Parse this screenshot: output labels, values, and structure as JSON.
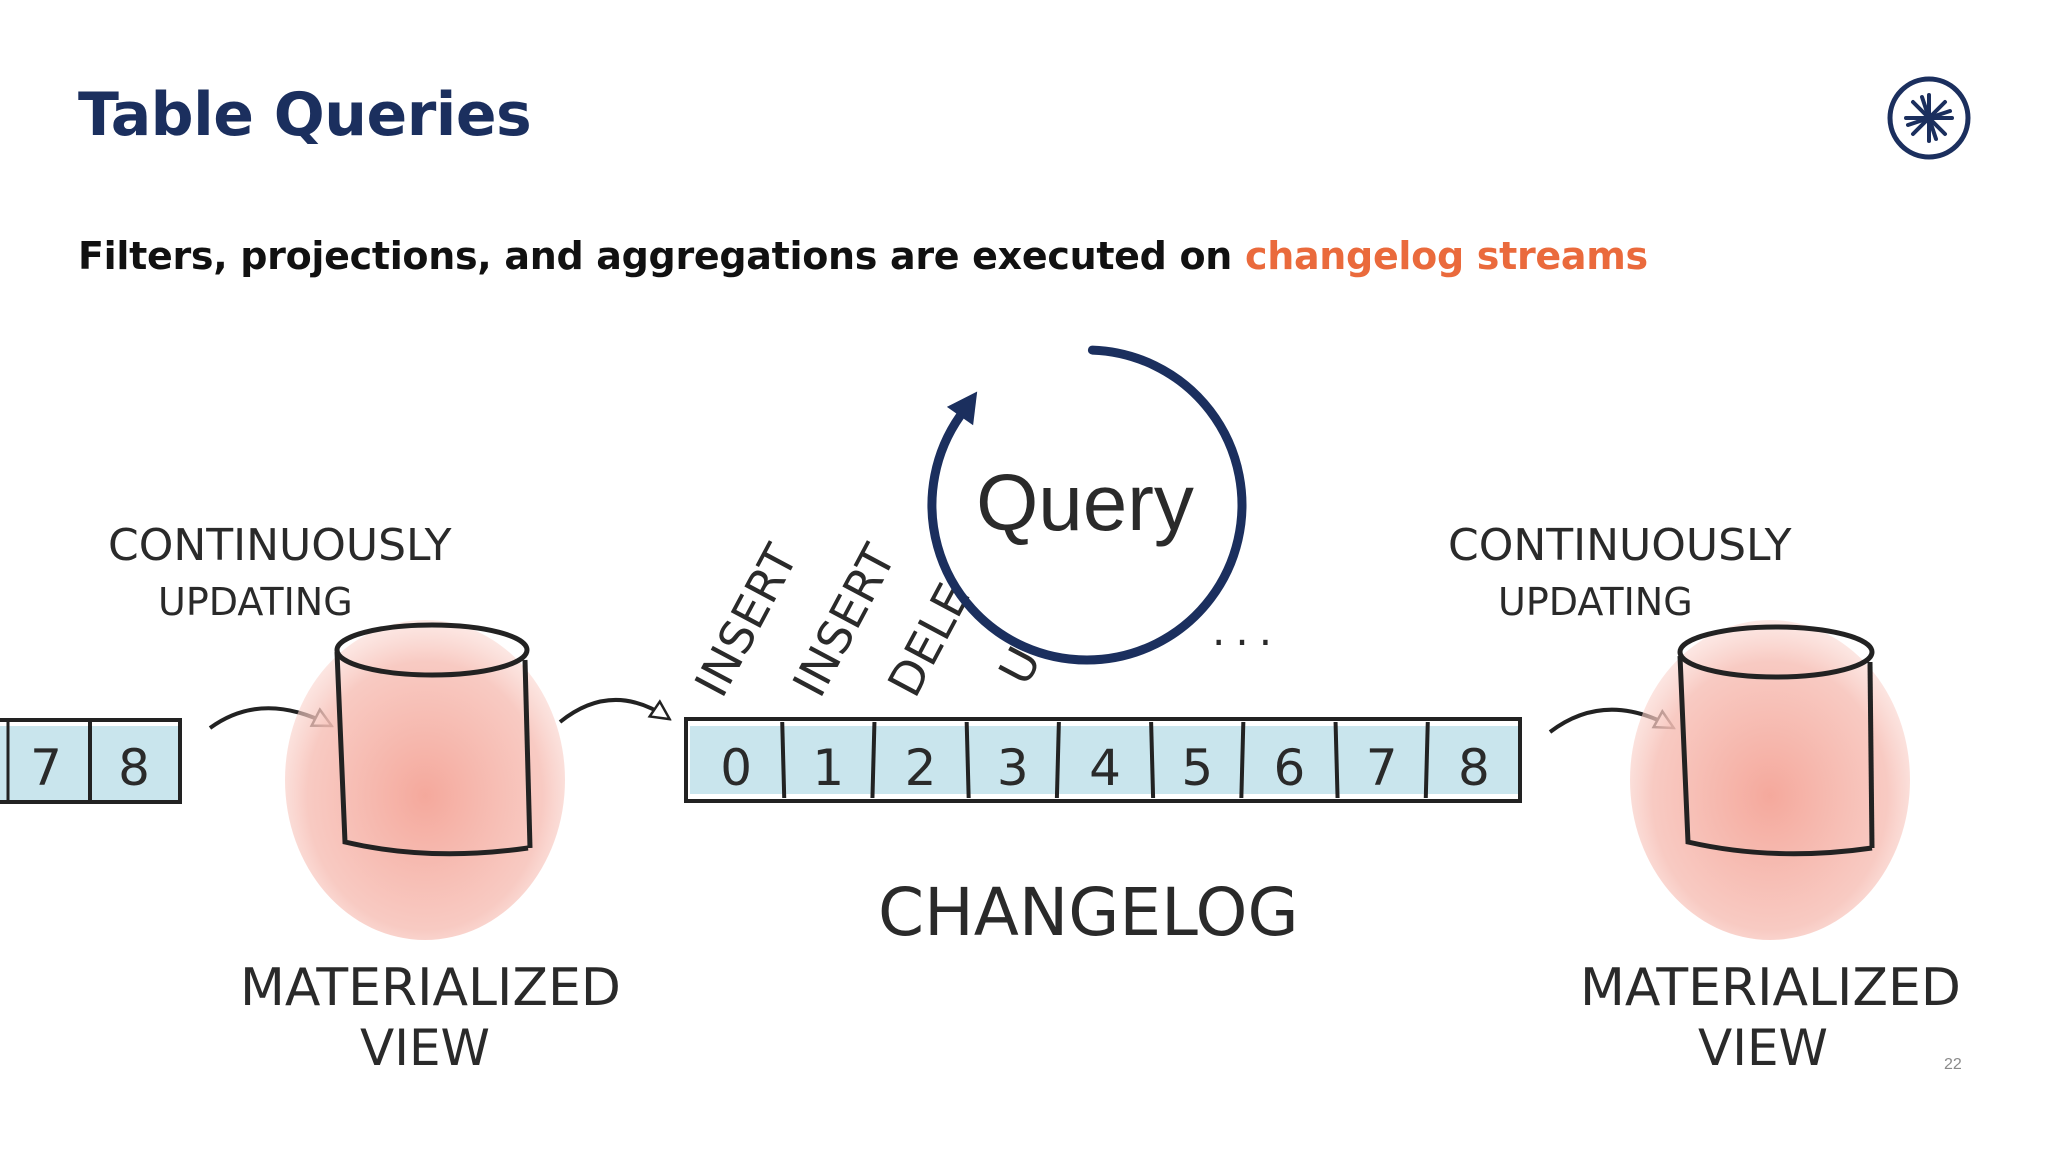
{
  "slide": {
    "title": "Table Queries",
    "subtitle_prefix": "Filters, projections, and aggregations are executed on ",
    "subtitle_highlight": "changelog streams",
    "page_number": "22"
  },
  "colors": {
    "title": "#1b2f5e",
    "highlight": "#ea6a3c",
    "query_ring": "#1b2f5e",
    "log_fill": "#bfe0ea",
    "db_fill": "#f6b8ae"
  },
  "logo": {
    "icon": "starburst-logo-icon"
  },
  "diagram": {
    "left_label_line1": "CONTINUOUSLY",
    "left_label_line2": "UPDATING",
    "right_label_line1": "CONTINUOUSLY",
    "right_label_line2": "UPDATING",
    "left_db_line1": "MATERIALIZED",
    "left_db_line2": "VIEW",
    "right_db_line1": "MATERIALIZED",
    "right_db_line2": "VIEW",
    "changelog_label": "CHANGELOG",
    "query_label": "Query",
    "ellipsis": "...",
    "left_cells": [
      "7",
      "8"
    ],
    "cells": [
      "0",
      "1",
      "2",
      "3",
      "4",
      "5",
      "6",
      "7",
      "8"
    ],
    "ops": [
      "INSERT",
      "INSERT",
      "DELE",
      "U"
    ]
  }
}
